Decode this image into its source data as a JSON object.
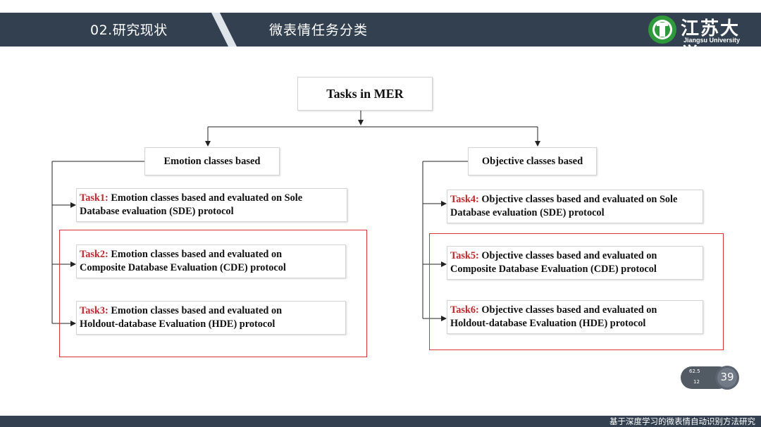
{
  "header": {
    "section": "02.研究现状",
    "title": "微表情任务分类",
    "university_name": "江苏大学",
    "university_en": "Jiangsu University",
    "colors": {
      "bar": "#33404f",
      "accent": "#dde4ea",
      "logo_green": "#2f9a3b"
    }
  },
  "diagram": {
    "root": "Tasks in MER",
    "left_category": "Emotion classes based",
    "right_category": "Objective classes based",
    "tasks": [
      {
        "id": "Task1:",
        "line1": " Emotion classes based and evaluated on Sole",
        "line2": "Database evaluation (SDE) protocol"
      },
      {
        "id": "Task2:",
        "line1": " Emotion classes based and evaluated on",
        "line2": "Composite Database Evaluation (CDE) protocol"
      },
      {
        "id": "Task3:",
        "line1": " Emotion classes based and evaluated on",
        "line2": "Holdout-database Evaluation (HDE) protocol"
      },
      {
        "id": "Task4:",
        "line1": " Objective classes based and evaluated on Sole",
        "line2": "Database evaluation (SDE) protocol"
      },
      {
        "id": "Task5:",
        "line1": " Objective classes based and evaluated on",
        "line2": "Composite Database Evaluation (CDE) protocol"
      },
      {
        "id": "Task6:",
        "line1": " Objective classes based and evaluated on",
        "line2": "Holdout-database Evaluation (HDE) protocol"
      }
    ],
    "colors": {
      "task_id": "#c0282e",
      "highlight_frame": "#d9333a"
    }
  },
  "badge": {
    "page": "39",
    "stat1": "62.5",
    "stat2": "12"
  },
  "footer": {
    "text": "基于深度学习的微表情自动识别方法研究"
  }
}
